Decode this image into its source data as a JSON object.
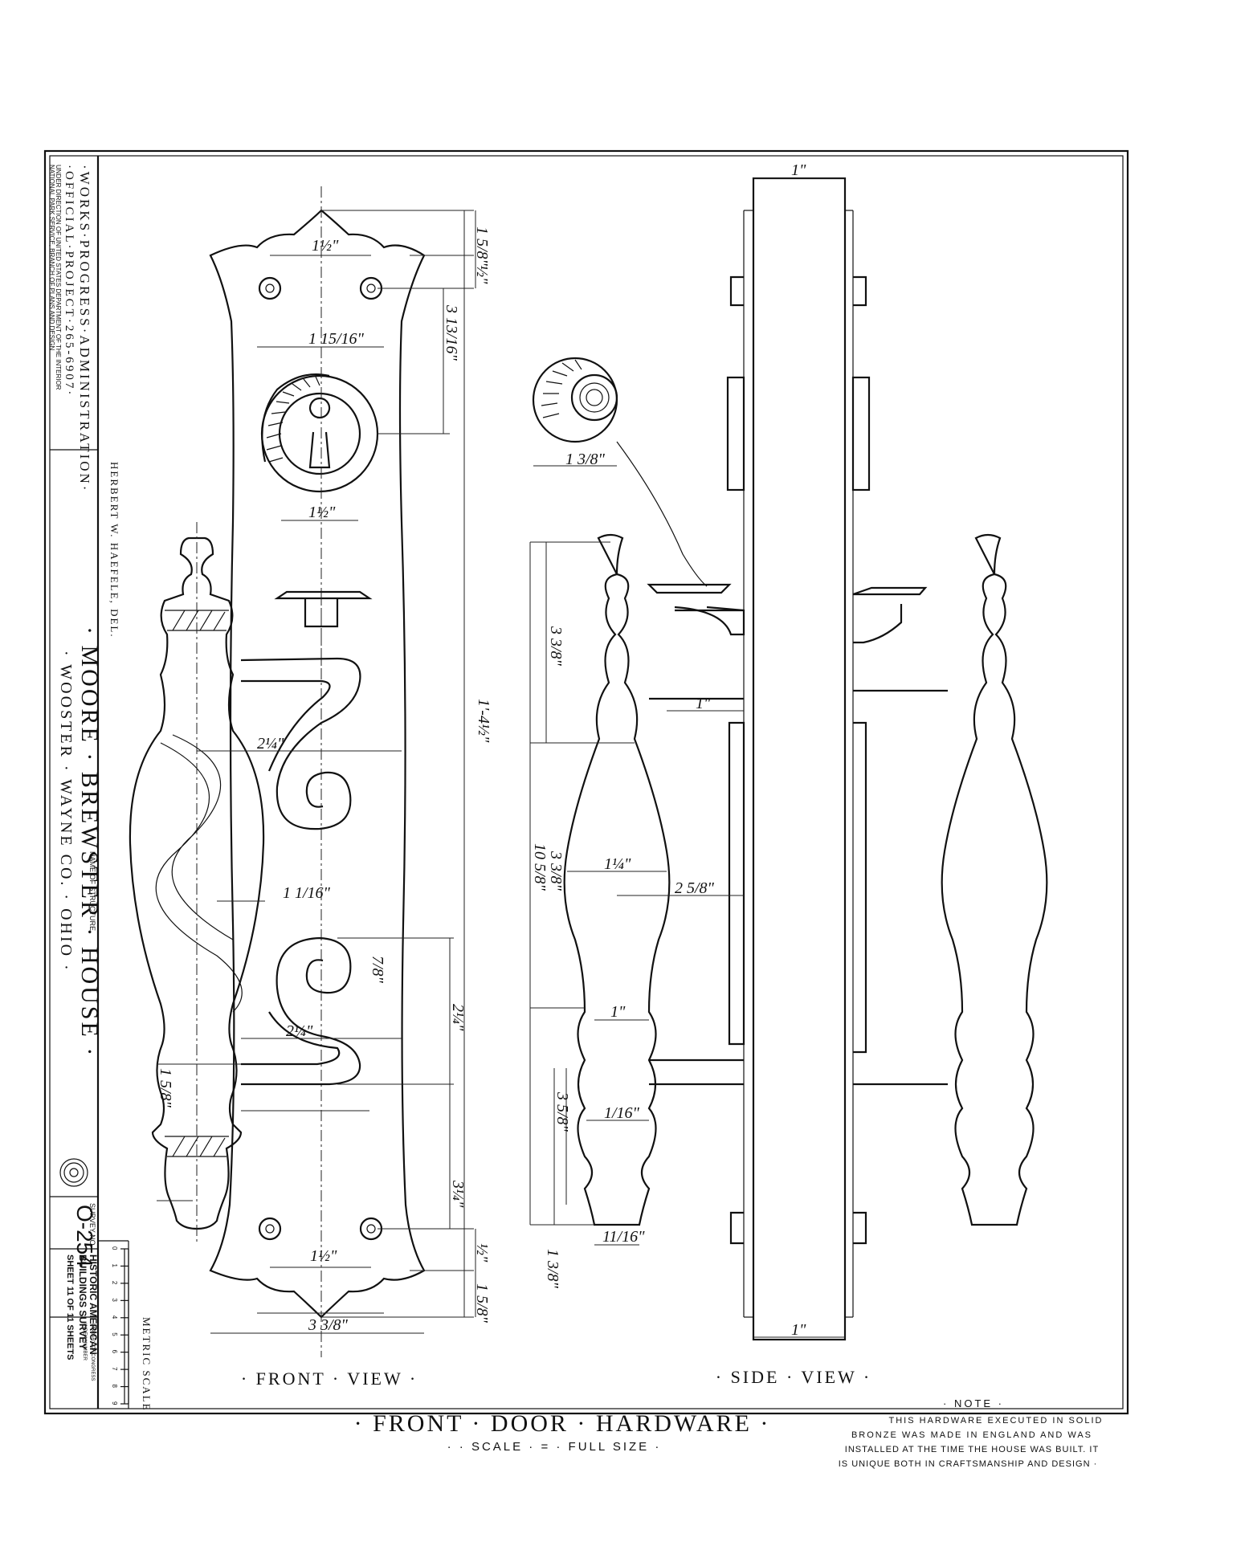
{
  "title_block": {
    "agency_line1": "·WORKS·PROGRESS·ADMINISTRATION·",
    "agency_line2": "·OFFICIAL·PROJECT·265-6907·",
    "agency_line3": "UNDER DIRECTION OF UNITED STATES DEPARTMENT OF THE INTERIOR",
    "agency_line4": "NATIONAL PARK SERVICE, BRANCH OF PLANS AND DESIGN",
    "delineator": "HERBERT W. HAEFELE, DEL.",
    "name_label": "NAME OF STRUCTURE",
    "structure_name": "· MOORE · BREWSTER · HOUSE ·",
    "location": "· WOOSTER · WAYNE CO. · OHIO ·",
    "survey_label": "SURVEY NO.",
    "survey_number": "O-254",
    "habs_line1": "HISTORIC AMERICAN",
    "habs_line2": "BUILDINGS SURVEY",
    "sheet_text": "SHEET 11 OF 11 SHEETS",
    "index_line1": "LIBRARY OF CONGRESS",
    "index_line2": "INDEX NUMBER",
    "metric_scale_label": "METRIC SCALE",
    "metric_ticks": [
      "0",
      "1",
      "2",
      "3",
      "4",
      "5",
      "6",
      "7",
      "8",
      "9"
    ]
  },
  "drawing": {
    "front_view_label": "· FRONT · VIEW ·",
    "side_view_label": "· SIDE · VIEW ·",
    "main_title": "· FRONT · DOOR · HARDWARE ·",
    "scale_text": "· · SCALE · = · FULL SIZE ·",
    "note_heading": "· NOTE ·",
    "note_lines": [
      "THIS HARDWARE EXECUTED IN SOLID",
      "BRONZE WAS MADE IN ENGLAND AND WAS",
      "INSTALLED AT THE TIME THE HOUSE WAS BUILT. IT",
      "IS UNIQUE BOTH IN CRAFTSMANSHIP AND DESIGN ·"
    ]
  },
  "dimensions": {
    "front_top_width": "1½\"",
    "front_rosette_width": "1 15/16\"",
    "front_escutcheon_width": "1½\"",
    "front_overall_height": "1'-4½\"",
    "front_upper_height": "3 13/16\"",
    "front_top_cap": "1 5/8\"",
    "front_top_gap": "½\"",
    "front_lever_reach": "2¼\"",
    "front_lower_reach": "2¼\"",
    "front_lower_height": "2¼\"",
    "front_bottom_height": "3¼\"",
    "front_bottom_gap": "½\"",
    "front_bottom_cap": "1 5/8\"",
    "front_bottom_width": "1½\"",
    "front_base_width": "3 3/8\"",
    "front_scroll_height": "7/8\"",
    "front_handle_offset": "1 5/8\"",
    "front_handle_offset2": "1 1/16\"",
    "side_top_width": "1\"",
    "side_bottom_width": "1\"",
    "side_knob_dia": "1 3/8\"",
    "side_upper_len": "3 3/8\"",
    "side_overall_len": "10 5/8\"",
    "side_mid_len": "3 3/8\"",
    "side_lower_len": "3 5/8\"",
    "side_grip_dia": "1¼\"",
    "side_projection": "2 5/8\"",
    "side_neck": "1\"",
    "side_base": "11/16\"",
    "side_bottom_cap": "1 3/8\"",
    "side_offset": "1\"",
    "side_plate_gap": "1/16\""
  }
}
